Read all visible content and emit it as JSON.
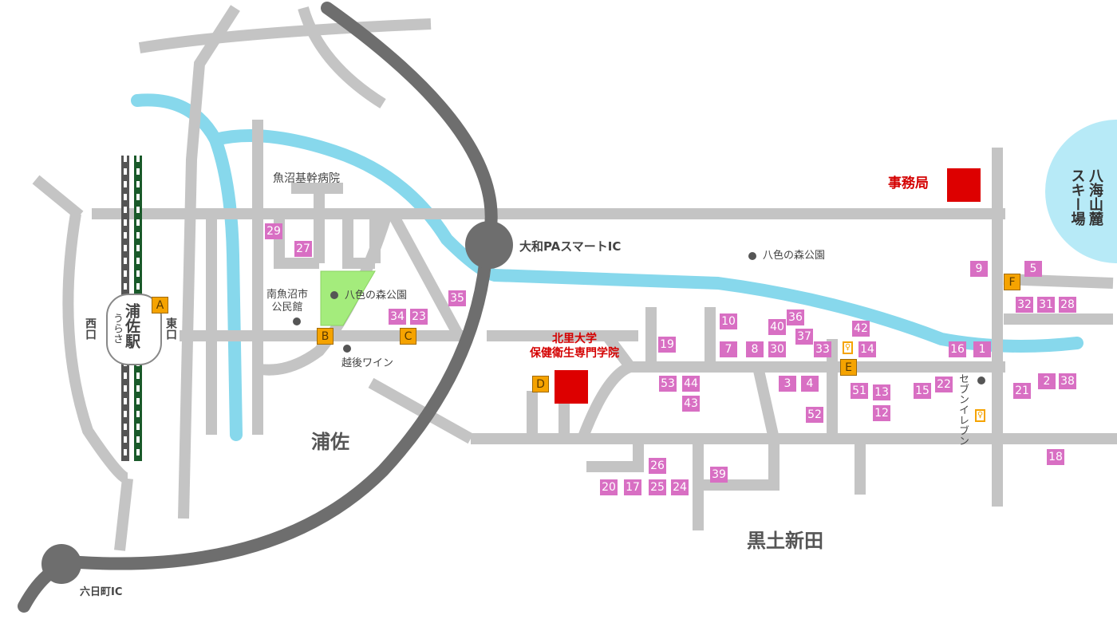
{
  "labels": {
    "urasa_area": "浦佐",
    "kurodo_area": "黒土新田",
    "hospital": "魚沼基幹病院",
    "community_hall": "南魚沼市\n公民館",
    "yairo_park_1": "八色の森公園",
    "yairo_park_2": "八色の森公園",
    "echigo_wine": "越後ワイン",
    "university": "北里大学\n保健衛生専門学院",
    "office": "事務局",
    "yamato_ic": "大和PAスマートIC",
    "muikamachi_ic": "六日町IC",
    "seven_eleven": "セブンイレブン",
    "ski_resort": "八海山麓\nスキー場",
    "station_main": "浦佐駅",
    "station_kana": "うらさ",
    "west_exit": "西口",
    "east_exit": "東口"
  },
  "parking": [
    {
      "id": "1",
      "label": "1"
    },
    {
      "id": "2",
      "label": "2"
    },
    {
      "id": "3",
      "label": "3"
    },
    {
      "id": "4",
      "label": "4"
    },
    {
      "id": "5",
      "label": "5"
    },
    {
      "id": "7",
      "label": "7"
    },
    {
      "id": "8",
      "label": "8"
    },
    {
      "id": "9",
      "label": "9"
    },
    {
      "id": "10",
      "label": "10"
    },
    {
      "id": "12",
      "label": "12"
    },
    {
      "id": "13",
      "label": "13"
    },
    {
      "id": "14",
      "label": "14"
    },
    {
      "id": "15",
      "label": "15"
    },
    {
      "id": "16",
      "label": "16"
    },
    {
      "id": "17",
      "label": "17"
    },
    {
      "id": "18",
      "label": "18"
    },
    {
      "id": "19",
      "label": "19"
    },
    {
      "id": "20",
      "label": "20"
    },
    {
      "id": "21",
      "label": "21"
    },
    {
      "id": "22",
      "label": "22"
    },
    {
      "id": "23",
      "label": "23"
    },
    {
      "id": "24",
      "label": "24"
    },
    {
      "id": "25",
      "label": "25"
    },
    {
      "id": "26",
      "label": "26"
    },
    {
      "id": "27",
      "label": "27"
    },
    {
      "id": "28",
      "label": "28"
    },
    {
      "id": "29",
      "label": "29"
    },
    {
      "id": "30",
      "label": "30"
    },
    {
      "id": "31",
      "label": "31"
    },
    {
      "id": "32",
      "label": "32"
    },
    {
      "id": "33",
      "label": "33"
    },
    {
      "id": "34",
      "label": "34"
    },
    {
      "id": "35",
      "label": "35"
    },
    {
      "id": "36",
      "label": "36"
    },
    {
      "id": "37",
      "label": "37"
    },
    {
      "id": "38",
      "label": "38"
    },
    {
      "id": "39",
      "label": "39"
    },
    {
      "id": "40",
      "label": "40"
    },
    {
      "id": "42",
      "label": "42"
    },
    {
      "id": "43",
      "label": "43"
    },
    {
      "id": "44",
      "label": "44"
    },
    {
      "id": "51",
      "label": "51"
    },
    {
      "id": "52",
      "label": "52"
    },
    {
      "id": "53",
      "label": "53"
    }
  ],
  "stops": [
    {
      "id": "A",
      "label": "A"
    },
    {
      "id": "B",
      "label": "B"
    },
    {
      "id": "C",
      "label": "C"
    },
    {
      "id": "D",
      "label": "D"
    },
    {
      "id": "E",
      "label": "E"
    },
    {
      "id": "F",
      "label": "F"
    }
  ],
  "colors": {
    "road": "#c4c4c4",
    "highway": "#6e6e6e",
    "river": "#87d8ec",
    "park": "#a4ec7c",
    "parking": "#d86fc3",
    "stop": "#f5a300",
    "marker": "#dd0000",
    "ski_area": "#b7eaf7"
  }
}
